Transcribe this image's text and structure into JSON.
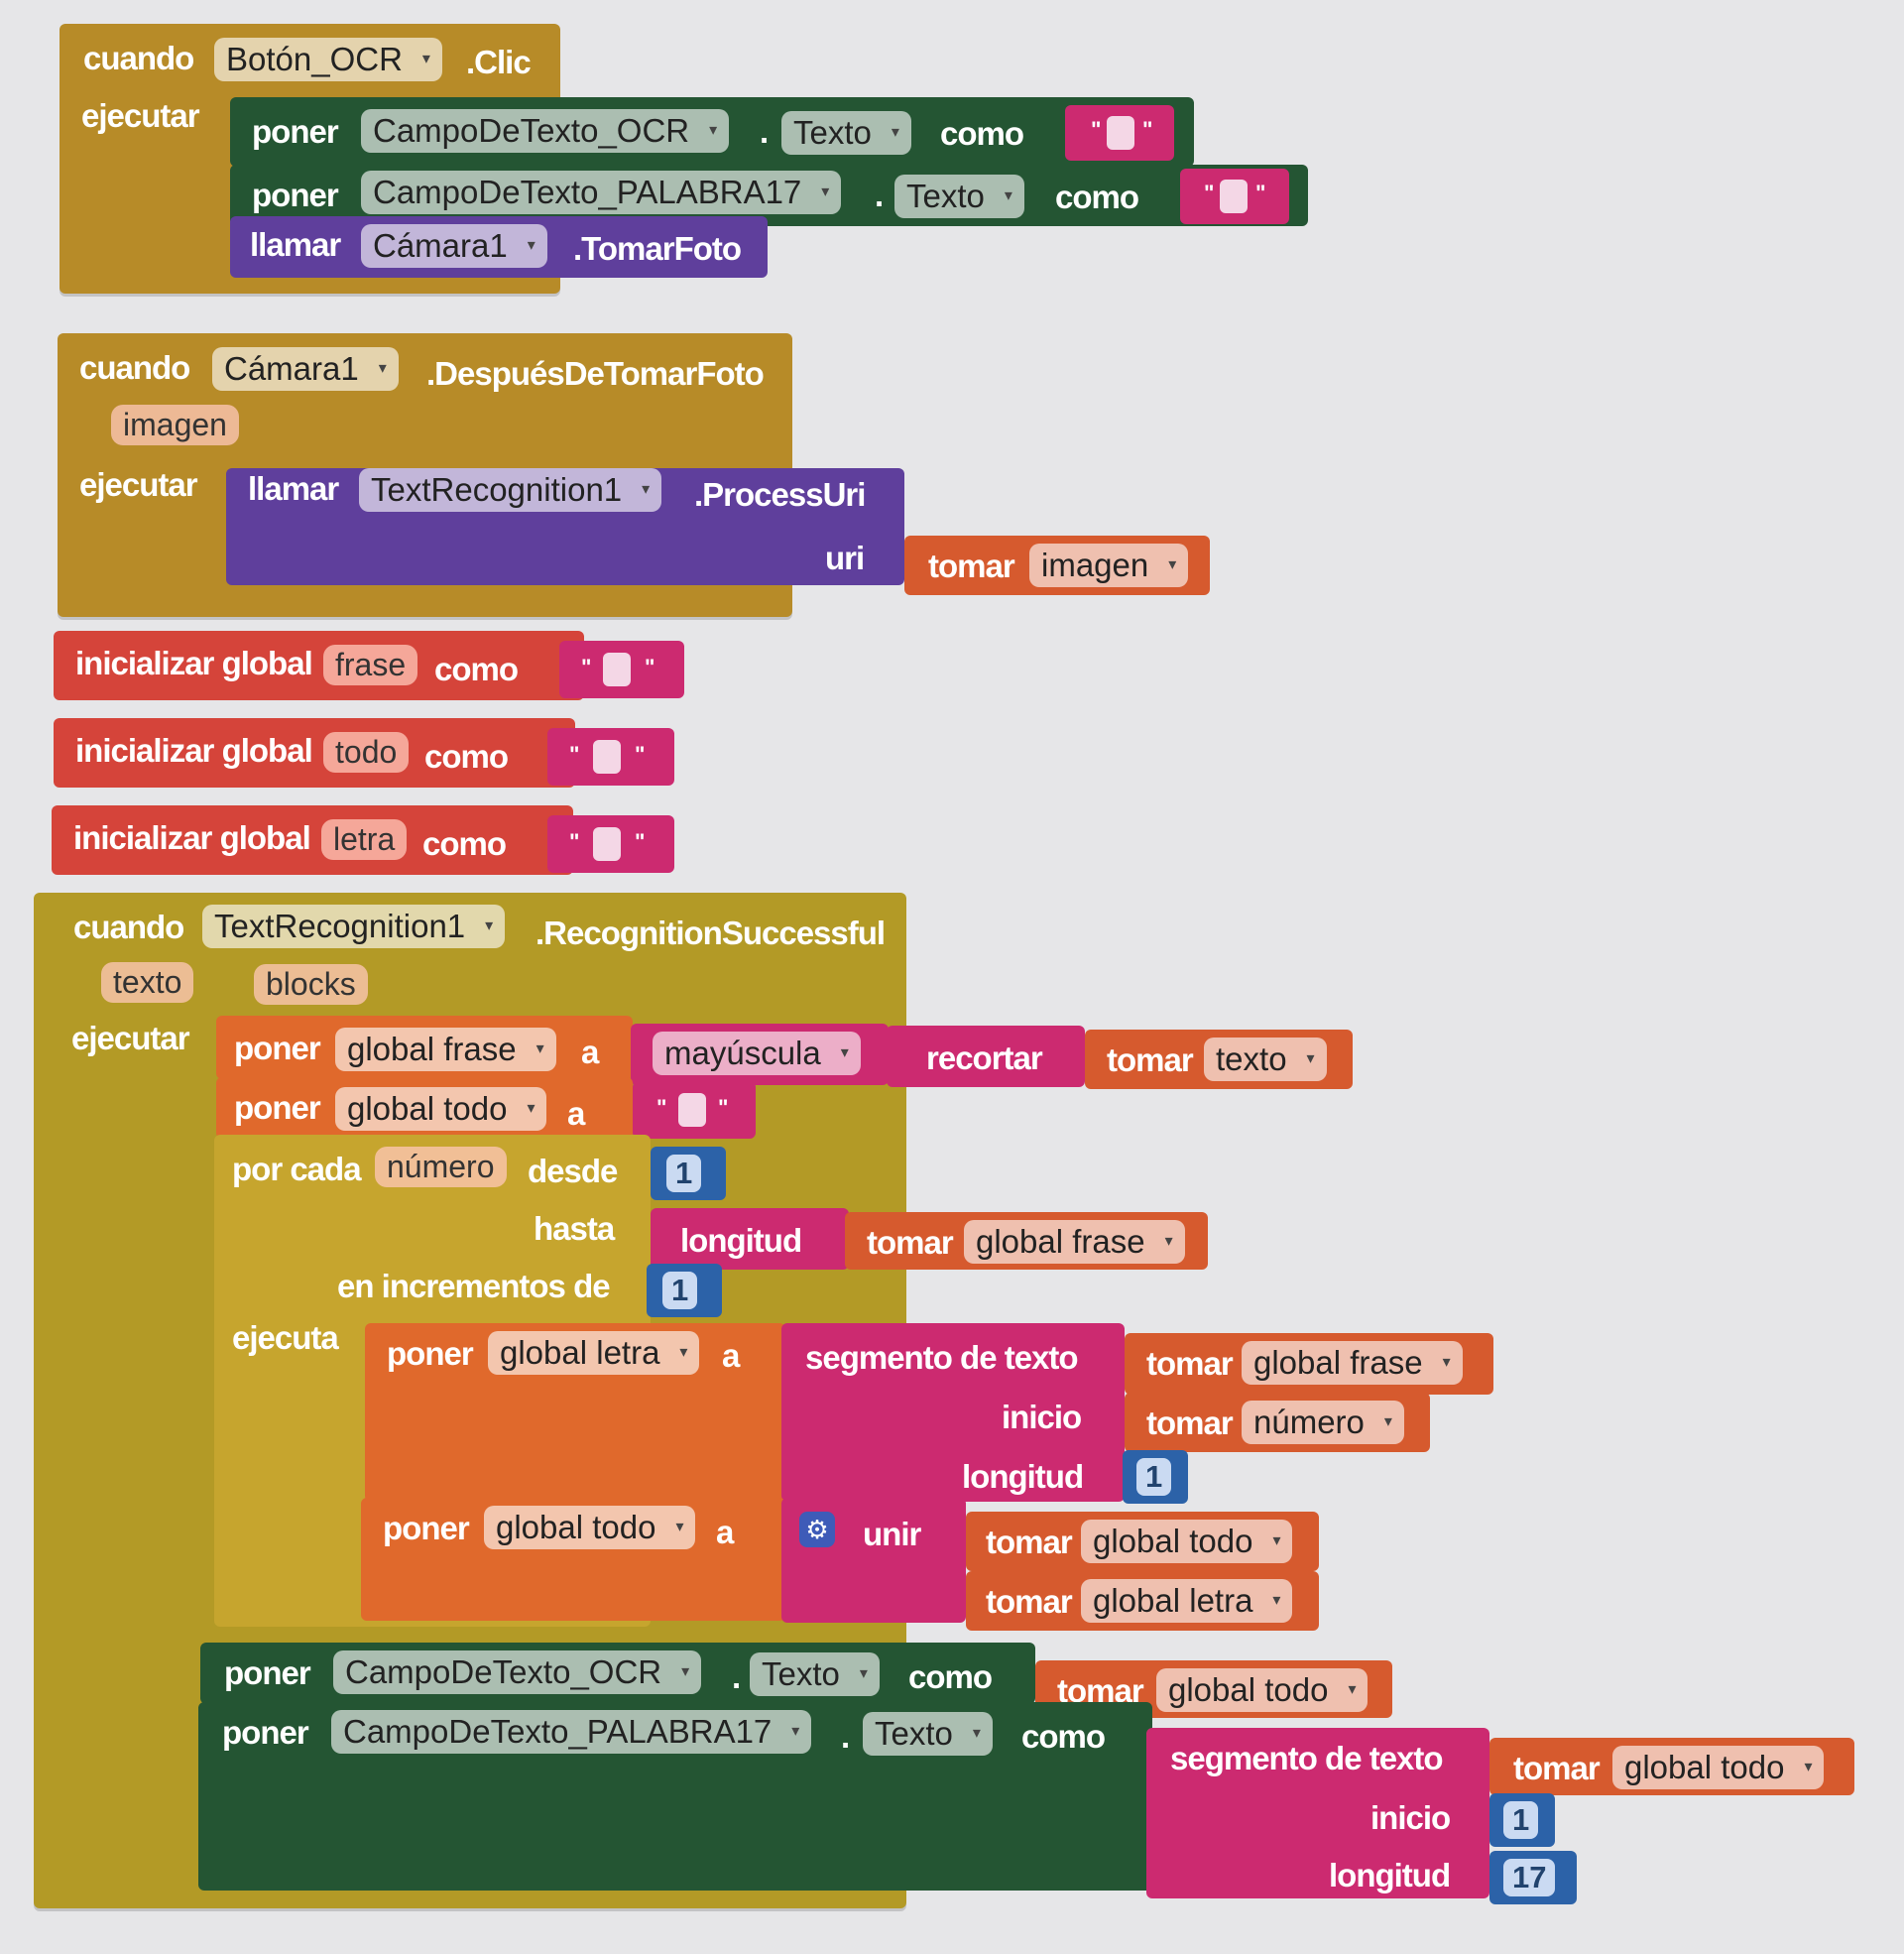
{
  "event1": {
    "when": "cuando",
    "component": "Botón_OCR",
    "event": ".Clic",
    "do": "ejecutar",
    "set1": {
      "kw": "poner",
      "component": "CampoDeTexto_OCR",
      "dot": ".",
      "prop": "Texto",
      "as": "como"
    },
    "set2": {
      "kw": "poner",
      "component": "CampoDeTexto_PALABRA17",
      "dot": ".",
      "prop": "Texto",
      "as": "como"
    },
    "call": {
      "kw": "llamar",
      "component": "Cámara1",
      "method": ".TomarFoto"
    }
  },
  "event2": {
    "when": "cuando",
    "component": "Cámara1",
    "event": ".DespuésDeTomarFoto",
    "param": "imagen",
    "do": "ejecutar",
    "call": {
      "kw": "llamar",
      "component": "TextRecognition1",
      "method": ".ProcessUri",
      "arg": "uri"
    },
    "get": {
      "kw": "tomar",
      "var": "imagen"
    }
  },
  "globals": [
    {
      "kw": "inicializar global",
      "name": "frase",
      "as": "como"
    },
    {
      "kw": "inicializar global",
      "name": "todo",
      "as": "como"
    },
    {
      "kw": "inicializar global",
      "name": "letra",
      "as": "como"
    }
  ],
  "event3": {
    "when": "cuando",
    "component": "TextRecognition1",
    "event": ".RecognitionSuccessful",
    "params": [
      "texto",
      "blocks"
    ],
    "do": "ejecutar",
    "setFrase": {
      "kw": "poner",
      "var": "global frase",
      "to": "a",
      "upper": "mayúscula",
      "trim": "recortar",
      "get": "tomar",
      "getVar": "texto"
    },
    "setTodo": {
      "kw": "poner",
      "var": "global todo",
      "to": "a"
    },
    "loop": {
      "kw": "por cada",
      "var": "número",
      "from": "desde",
      "fromVal": "1",
      "to": "hasta",
      "len": "longitud",
      "get": "tomar",
      "getVar": "global frase",
      "step": "en incrementos de",
      "stepVal": "1",
      "do": "ejecuta",
      "setLetra": {
        "kw": "poner",
        "var": "global letra",
        "to": "a",
        "segment": "segmento de texto",
        "get1": "tomar",
        "var1": "global frase",
        "start": "inicio",
        "get2": "tomar",
        "var2": "número",
        "length": "longitud",
        "lenVal": "1"
      },
      "setTodo2": {
        "kw": "poner",
        "var": "global todo",
        "to": "a",
        "join": "unir",
        "get1": "tomar",
        "var1": "global todo",
        "get2": "tomar",
        "var2": "global letra"
      }
    },
    "set3": {
      "kw": "poner",
      "component": "CampoDeTexto_OCR",
      "dot": ".",
      "prop": "Texto",
      "as": "como",
      "get": "tomar",
      "getVar": "global todo"
    },
    "set4": {
      "kw": "poner",
      "component": "CampoDeTexto_PALABRA17",
      "dot": ".",
      "prop": "Texto",
      "as": "como",
      "segment": "segmento de texto",
      "get": "tomar",
      "getVar": "global todo",
      "start": "inicio",
      "startVal": "1",
      "length": "longitud",
      "lenVal": "17"
    }
  },
  "icons": {
    "dropdown": "▾",
    "quote": "\"",
    "gear": "⚙"
  }
}
